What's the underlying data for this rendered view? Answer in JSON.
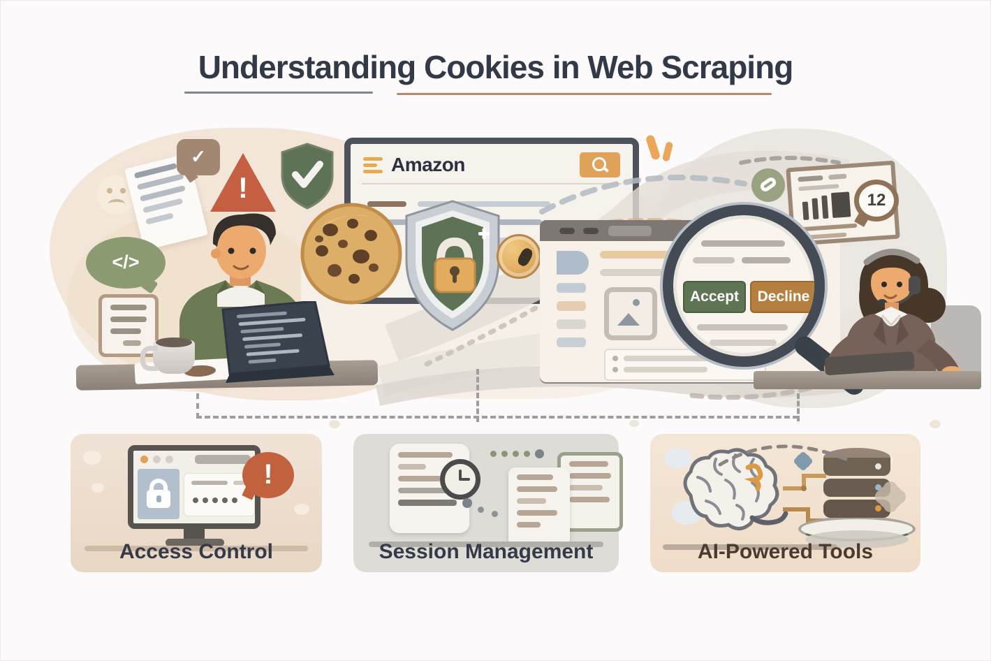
{
  "title": {
    "text": "Understanding Cookies in Web Scraping"
  },
  "center_browser": {
    "brand": "Amazon"
  },
  "consent": {
    "accept": "Accept",
    "decline": "Decline"
  },
  "analytics": {
    "badge": "12"
  },
  "glyphs": {
    "code": "</>",
    "check": "✓",
    "exclamation": "!",
    "plus": "+"
  },
  "boxes": [
    {
      "label": "Access Control"
    },
    {
      "label": "Session Management"
    },
    {
      "label": "AI-Powered Tools"
    }
  ],
  "colors": {
    "title_navy": "#323a48",
    "underline_gray": "#7f8591",
    "underline_tan": "#b08a6a",
    "accent_orange": "#e2a254",
    "accept_green": "#5e7553",
    "decline_orange": "#b5803f",
    "alert_red": "#c45f41",
    "shield_green": "#5e7255",
    "cookie_tan": "#dcae68",
    "box_tan": "#eee0d2",
    "box_gray": "#dedcd6",
    "box_peach": "#f3e3d3",
    "label_brown": "#4a3a30"
  }
}
